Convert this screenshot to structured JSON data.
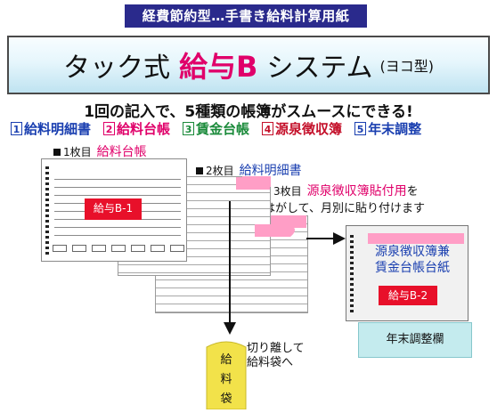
{
  "top_banner": {
    "prefix": "経費節約型…手書き",
    "emphasis": "給料計算用紙"
  },
  "title": {
    "part1": "タック式",
    "part2": "給与B",
    "part3": "システム",
    "part4": "(ヨコ型)"
  },
  "tagline": "1回の記入で、5種類の帳簿がスムースにできる!",
  "features": [
    {
      "num": "1",
      "label": "給料明細書",
      "color": "#1a3fb0"
    },
    {
      "num": "2",
      "label": "給料台帳",
      "color": "#e0006a"
    },
    {
      "num": "3",
      "label": "賃金台帳",
      "color": "#1a8a3a"
    },
    {
      "num": "4",
      "label": "源泉徴収簿",
      "color": "#c4102a"
    },
    {
      "num": "5",
      "label": "年末調整",
      "color": "#1a3fb0"
    }
  ],
  "sheet1": {
    "label": "1枚目",
    "name": "給料台帳",
    "badge": "給与B-1"
  },
  "sheet2": {
    "label": "2枚目",
    "name": "給料明細書"
  },
  "sheet3": {
    "label": "3枚目",
    "name": "源泉徴収簿貼付用",
    "suffix": "を",
    "line2": "はがして、月別に貼り付けます"
  },
  "right_sheet": {
    "line1": "源泉徴収簿兼",
    "line2": "賃金台帳台紙",
    "badge": "給与B-2"
  },
  "nenmatsu_label": "年末調整欄",
  "envelope": {
    "chars": [
      "給",
      "料",
      "袋"
    ]
  },
  "cut_note": {
    "line1": "切り離して",
    "line2": "給料袋へ"
  }
}
